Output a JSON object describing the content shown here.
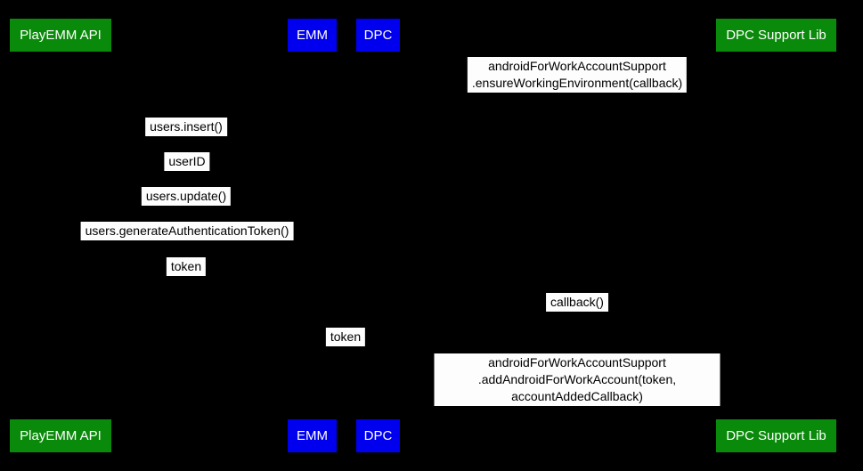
{
  "diagram_type": "sequence-diagram",
  "colors": {
    "background": "#000000",
    "actor_green": "#0a8a0a",
    "actor_blue": "#0000ee",
    "actor_text": "#ffffff",
    "message_background": "#fdfdfd",
    "message_text": "#000000"
  },
  "actors": [
    {
      "label": "PlayEMM API",
      "color": "#0a8a0a"
    },
    {
      "label": "EMM",
      "color": "#0000ee"
    },
    {
      "label": "DPC",
      "color": "#0000ee"
    },
    {
      "label": "DPC Support Lib",
      "color": "#0a8a0a"
    }
  ],
  "messages": [
    {
      "label": "androidForWorkAccountSupport\n.ensureWorkingEnvironment(callback)"
    },
    {
      "label": "users.insert()"
    },
    {
      "label": "userID"
    },
    {
      "label": "users.update()"
    },
    {
      "label": "users.generateAuthenticationToken()"
    },
    {
      "label": "token"
    },
    {
      "label": "callback()"
    },
    {
      "label": "token"
    },
    {
      "label": "androidForWorkAccountSupport\n.addAndroidForWorkAccount(token, accountAddedCallback)"
    }
  ]
}
